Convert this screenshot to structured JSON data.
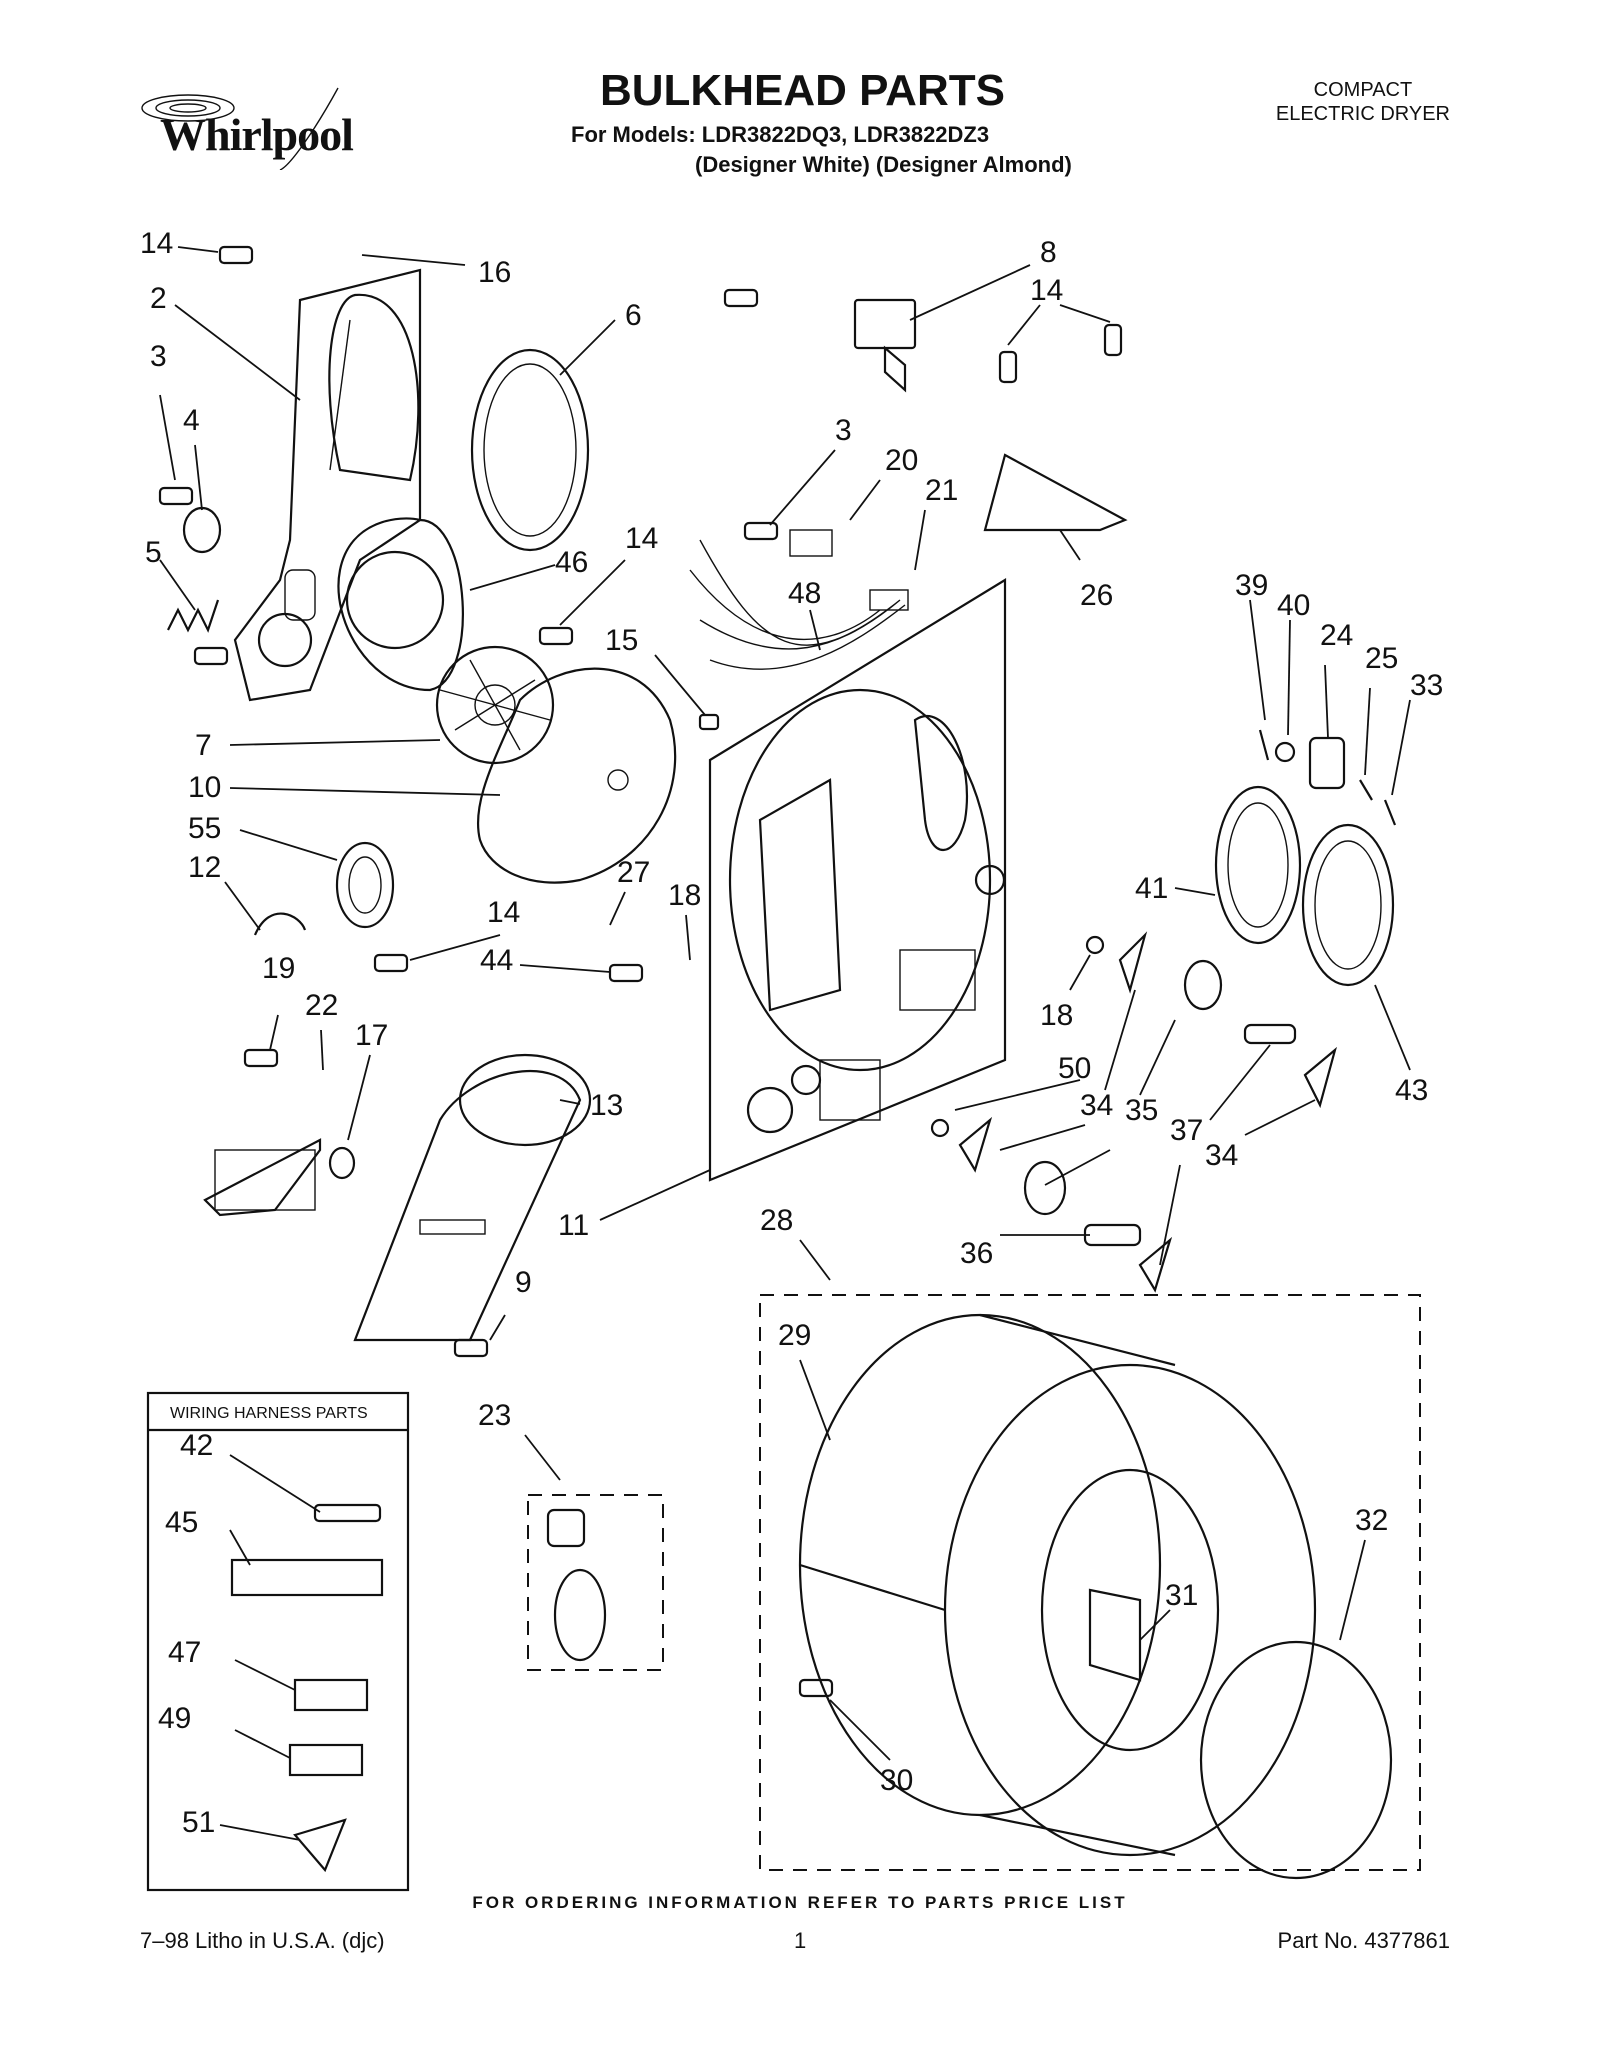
{
  "header": {
    "brand": "Whirlpool",
    "title": "BULKHEAD PARTS",
    "models_line": "For Models: LDR3822DQ3, LDR3822DZ3",
    "colors_line": "(Designer White)  (Designer Almond)",
    "product_line1": "COMPACT",
    "product_line2": "ELECTRIC DRYER"
  },
  "diagram": {
    "callouts": [
      {
        "id": "c14a",
        "label": "14"
      },
      {
        "id": "c16",
        "label": "16"
      },
      {
        "id": "c2",
        "label": "2"
      },
      {
        "id": "c6",
        "label": "6"
      },
      {
        "id": "c3a",
        "label": "3"
      },
      {
        "id": "c4",
        "label": "4"
      },
      {
        "id": "c5",
        "label": "5"
      },
      {
        "id": "c46",
        "label": "46"
      },
      {
        "id": "c14b",
        "label": "14"
      },
      {
        "id": "c15",
        "label": "15"
      },
      {
        "id": "c7",
        "label": "7"
      },
      {
        "id": "c10",
        "label": "10"
      },
      {
        "id": "c55",
        "label": "55"
      },
      {
        "id": "c12",
        "label": "12"
      },
      {
        "id": "c14c",
        "label": "14"
      },
      {
        "id": "c27",
        "label": "27"
      },
      {
        "id": "c18a",
        "label": "18"
      },
      {
        "id": "c44",
        "label": "44"
      },
      {
        "id": "c19",
        "label": "19"
      },
      {
        "id": "c22",
        "label": "22"
      },
      {
        "id": "c17",
        "label": "17"
      },
      {
        "id": "c13",
        "label": "13"
      },
      {
        "id": "c11",
        "label": "11"
      },
      {
        "id": "c9",
        "label": "9"
      },
      {
        "id": "c8",
        "label": "8"
      },
      {
        "id": "c14d",
        "label": "14"
      },
      {
        "id": "c3b",
        "label": "3"
      },
      {
        "id": "c20",
        "label": "20"
      },
      {
        "id": "c21",
        "label": "21"
      },
      {
        "id": "c48",
        "label": "48"
      },
      {
        "id": "c26",
        "label": "26"
      },
      {
        "id": "c39",
        "label": "39"
      },
      {
        "id": "c40",
        "label": "40"
      },
      {
        "id": "c24",
        "label": "24"
      },
      {
        "id": "c25",
        "label": "25"
      },
      {
        "id": "c33",
        "label": "33"
      },
      {
        "id": "c41",
        "label": "41"
      },
      {
        "id": "c43",
        "label": "43"
      },
      {
        "id": "c18b",
        "label": "18"
      },
      {
        "id": "c50",
        "label": "50"
      },
      {
        "id": "c34a",
        "label": "34"
      },
      {
        "id": "c35",
        "label": "35"
      },
      {
        "id": "c37",
        "label": "37"
      },
      {
        "id": "c34b",
        "label": "34"
      },
      {
        "id": "c36",
        "label": "36"
      },
      {
        "id": "c28",
        "label": "28"
      },
      {
        "id": "c29",
        "label": "29"
      },
      {
        "id": "c32",
        "label": "32"
      },
      {
        "id": "c31",
        "label": "31"
      },
      {
        "id": "c30",
        "label": "30"
      },
      {
        "id": "c23",
        "label": "23"
      },
      {
        "id": "c42",
        "label": "42"
      },
      {
        "id": "c45",
        "label": "45"
      },
      {
        "id": "c47",
        "label": "47"
      },
      {
        "id": "c49",
        "label": "49"
      },
      {
        "id": "c51",
        "label": "51"
      }
    ],
    "harness_box_title": "WIRING HARNESS PARTS"
  },
  "footer": {
    "ordering_note": "FOR ORDERING INFORMATION REFER TO PARTS PRICE LIST",
    "litho": "7–98 Litho in U.S.A. (djc)",
    "page_number": "1",
    "part_number": "Part No. 4377861"
  }
}
